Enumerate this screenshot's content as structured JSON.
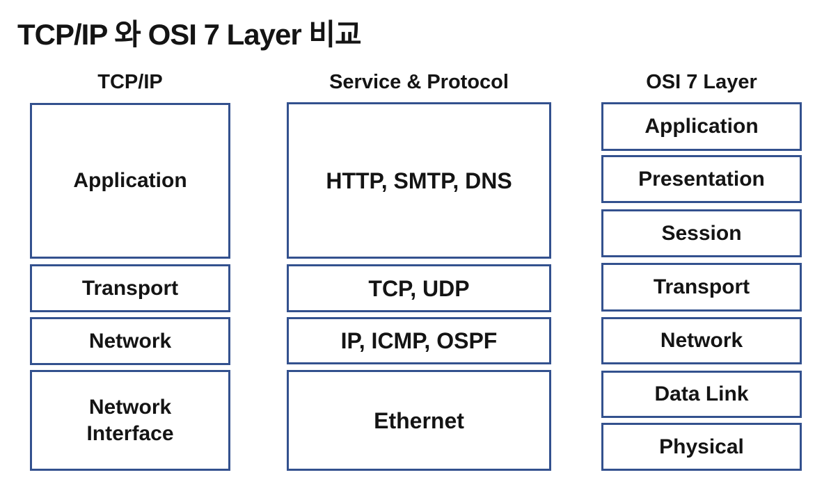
{
  "title": "TCP/IP 와 OSI 7 Layer 비교",
  "colors": {
    "box_border": "#33518E",
    "text": "#141414",
    "background": "#ffffff"
  },
  "columns": [
    {
      "id": "tcpip",
      "header": "TCP/IP",
      "boxes": [
        {
          "label": "Application"
        },
        {
          "label": "Transport"
        },
        {
          "label": "Network"
        },
        {
          "label": "Network\nInterface"
        }
      ]
    },
    {
      "id": "service-protocol",
      "header": "Service & Protocol",
      "boxes": [
        {
          "label": "HTTP, SMTP, DNS"
        },
        {
          "label": "TCP, UDP"
        },
        {
          "label": "IP, ICMP, OSPF"
        },
        {
          "label": "Ethernet"
        }
      ]
    },
    {
      "id": "osi",
      "header": "OSI 7 Layer",
      "boxes": [
        {
          "label": "Application"
        },
        {
          "label": "Presentation"
        },
        {
          "label": "Session"
        },
        {
          "label": "Transport"
        },
        {
          "label": "Network"
        },
        {
          "label": "Data Link"
        },
        {
          "label": "Physical"
        }
      ]
    }
  ]
}
